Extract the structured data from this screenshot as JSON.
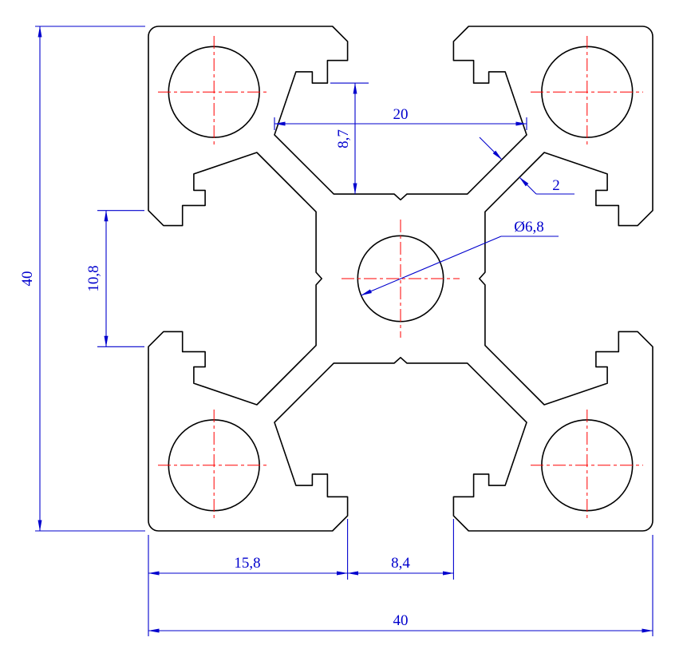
{
  "colors": {
    "outline": "#000000",
    "centerline": "#ff0000",
    "dimension": "#0000cd"
  },
  "dims": {
    "overall_height": "40",
    "overall_width": "40",
    "slot_face_opening": "10,8",
    "cavity_width": "20",
    "cavity_depth": "8,7",
    "web_thickness": "2",
    "center_bore": "Ø6,8",
    "edge_to_slot": "15,8",
    "slot_opening": "8,4"
  }
}
